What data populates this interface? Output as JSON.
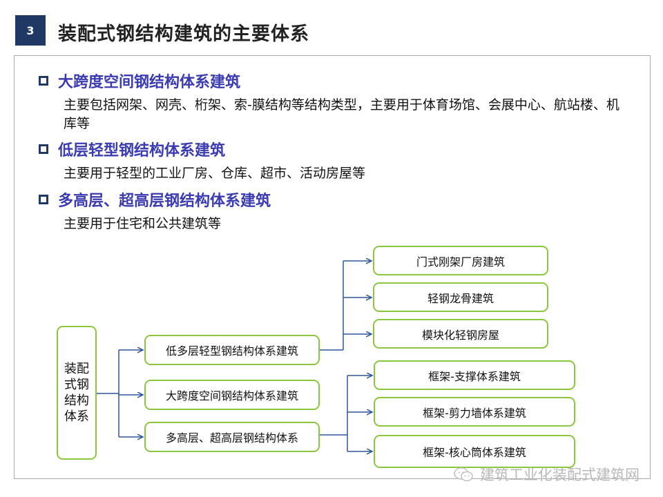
{
  "slide": {
    "number": "3",
    "title": "装配式钢结构建筑的主要体系"
  },
  "sections": [
    {
      "heading": "大跨度空间钢结构体系建筑",
      "desc": "主要包括网架、网壳、桁架、索-膜结构等结构类型，主要用于体育场馆、会展中心、航站楼、机库等"
    },
    {
      "heading": "低层轻型钢结构体系建筑",
      "desc": "主要用于轻型的工业厂房、仓库、超市、活动房屋等"
    },
    {
      "heading": "多高层、超高层钢结构体系建筑",
      "desc": "主要用于住宅和公共建筑等"
    }
  ],
  "diagram": {
    "root": "装配式钢结构体系",
    "branches": [
      {
        "label": "低多层轻型钢结构体系建筑",
        "children": [
          "门式刚架厂房建筑",
          "轻钢龙骨建筑",
          "模块化轻钢房屋"
        ]
      },
      {
        "label": "大跨度空间钢结构体系建筑",
        "children": []
      },
      {
        "label": "多高层、超高层钢结构体系",
        "children": [
          "框架-支撑体系建筑",
          "框架-剪力墙体系建筑",
          "框架-核心筒体系建筑"
        ]
      }
    ],
    "line_color": "#2f5597",
    "box_border_color": "#8cc63f"
  },
  "watermark": "建筑工业化装配式建筑网",
  "colors": {
    "title_bar": "#1f3864",
    "heading": "#3b3bb0"
  }
}
